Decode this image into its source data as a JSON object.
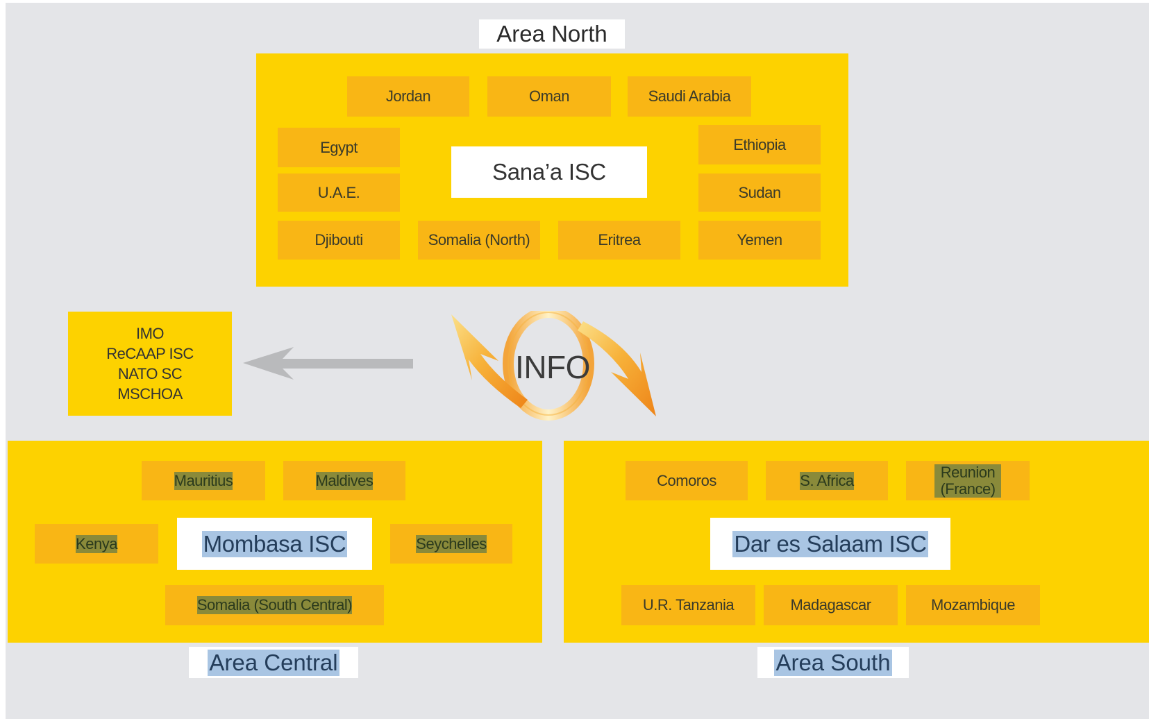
{
  "north": {
    "label": "Area North",
    "center": "Sana’a ISC",
    "countries": [
      "Jordan",
      "Oman",
      "Saudi Arabia",
      "Egypt",
      "U.A.E.",
      "Ethiopia",
      "Sudan",
      "Djibouti",
      "Somalia (North)",
      "Eritrea",
      "Yemen"
    ]
  },
  "info": {
    "label": "INFO",
    "organisations": [
      "IMO",
      "ReCAAP ISC",
      "NATO SC",
      "MSCHOA"
    ]
  },
  "central": {
    "label": "Area Central",
    "center": "Mombasa ISC",
    "countries": [
      "Mauritius",
      "Maldives",
      "Kenya",
      "Seychelles",
      "Somalia (South Central)"
    ]
  },
  "south": {
    "label": "Area South",
    "center": "Dar es Salaam ISC",
    "countries": [
      "Comoros",
      "S. Africa",
      "Reunion (France)",
      "U.R. Tanzania",
      "Madagascar",
      "Mozambique"
    ]
  },
  "colors": {
    "background": "#e4e5e8",
    "panel": "#fdd200",
    "country_box": "#f9b615",
    "center_box": "#ffffff",
    "arrow_orange": "#f0901a",
    "arrow_gray": "#b9babc"
  }
}
